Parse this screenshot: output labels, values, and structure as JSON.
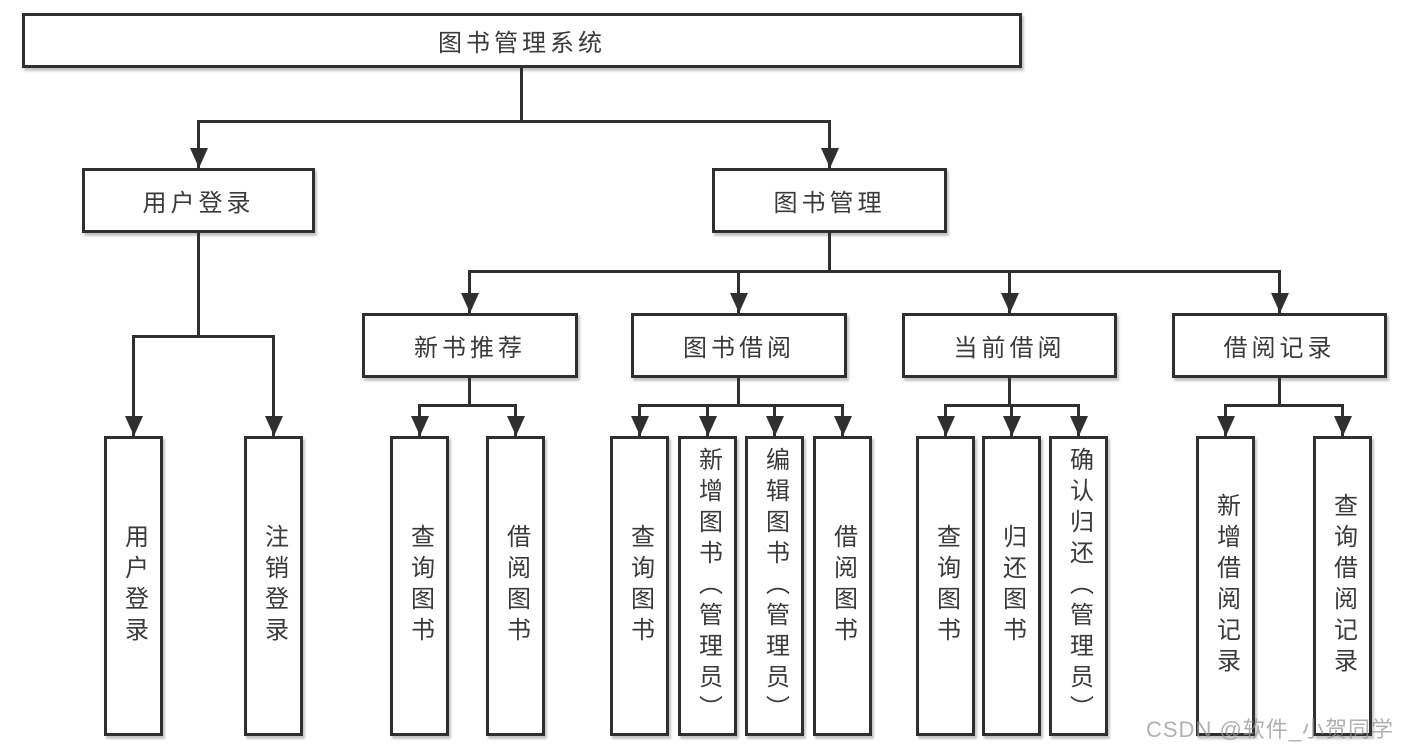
{
  "tree": {
    "root": {
      "label": "图书管理系统"
    },
    "branches": [
      {
        "label": "用户登录",
        "children": [
          {
            "label": "用户登录"
          },
          {
            "label": "注销登录"
          }
        ]
      },
      {
        "label": "图书管理",
        "children": [
          {
            "label": "新书推荐",
            "children": [
              {
                "label": "查询图书"
              },
              {
                "label": "借阅图书"
              }
            ]
          },
          {
            "label": "图书借阅",
            "children": [
              {
                "label": "查询图书"
              },
              {
                "label": "新增图书（管理员）"
              },
              {
                "label": "编辑图书（管理员）"
              },
              {
                "label": "借阅图书"
              }
            ]
          },
          {
            "label": "当前借阅",
            "children": [
              {
                "label": "查询图书"
              },
              {
                "label": "归还图书"
              },
              {
                "label": "确认归还（管理员）"
              }
            ]
          },
          {
            "label": "借阅记录",
            "children": [
              {
                "label": "新增借阅记录"
              },
              {
                "label": "查询借阅记录"
              }
            ]
          }
        ]
      }
    ]
  },
  "watermark": {
    "text": "CSDN @软件_小贺同学"
  },
  "colors": {
    "line": "#2f2f2f",
    "box_border": "#2f2f2f",
    "text": "#3a3a3a",
    "watermark": "#969696",
    "background": "#ffffff"
  }
}
